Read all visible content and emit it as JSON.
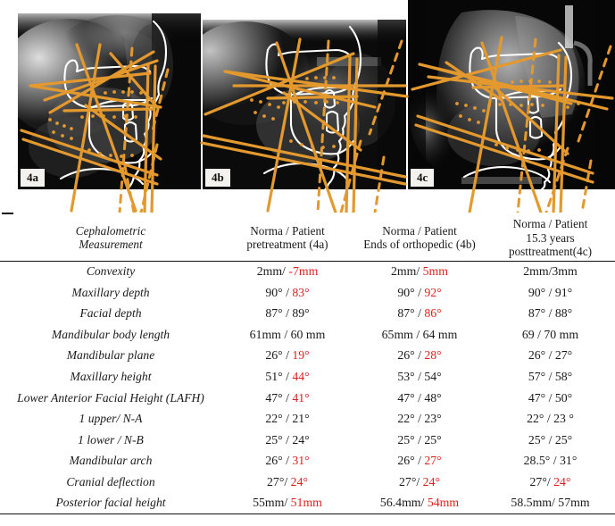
{
  "figure": {
    "panels": [
      {
        "label": "4a",
        "caption_ref": "pretreatment"
      },
      {
        "label": "4b",
        "caption_ref": "ends of orthopedic"
      },
      {
        "label": "4c",
        "caption_ref": "15.3 years posttreatment"
      }
    ],
    "tracing_color": "#e3992e",
    "outline_color": "#ffffff"
  },
  "table": {
    "headers": [
      "Cephalometric\nMeasurement",
      "Norma / Patient\npretreatment (4a)",
      "Norma / Patient\nEnds of orthopedic (4b)",
      "Norma / Patient\n15.3 years\nposttreatment(4c)"
    ],
    "header_lines": {
      "col1_line1": "Cephalometric",
      "col1_line2": "Measurement",
      "col2_line1": "Norma / Patient",
      "col2_line2": "pretreatment (4a)",
      "col3_line1": "Norma / Patient",
      "col3_line2": "Ends of orthopedic (4b)",
      "col4_line1": "Norma / Patient",
      "col4_line2": "15.3 years",
      "col4_line3": "posttreatment(4c)"
    },
    "highlight_color": "#dd1f1f",
    "rows": [
      {
        "measurement": "Convexity",
        "pre_norm": "2mm/ ",
        "pre_pat": "-7mm",
        "pre_hl": true,
        "orth_norm": "2mm/ ",
        "orth_pat": "5mm",
        "orth_hl": true,
        "post_norm": "2mm/3mm",
        "post_pat": "",
        "post_hl": false
      },
      {
        "measurement": "Maxillary depth",
        "pre_norm": "90° / ",
        "pre_pat": "83°",
        "pre_hl": true,
        "orth_norm": "90° / ",
        "orth_pat": "92°",
        "orth_hl": true,
        "post_norm": "90° / 91°",
        "post_pat": "",
        "post_hl": false
      },
      {
        "measurement": "Facial depth",
        "pre_norm": "87° / 89°",
        "pre_pat": "",
        "pre_hl": false,
        "orth_norm": "87° / ",
        "orth_pat": "86°",
        "orth_hl": true,
        "post_norm": "87° / 88°",
        "post_pat": "",
        "post_hl": false
      },
      {
        "measurement": "Mandibular body length",
        "pre_norm": "61mm / 60 mm",
        "pre_pat": "",
        "pre_hl": false,
        "orth_norm": "65mm / 64 mm",
        "orth_pat": "",
        "orth_hl": false,
        "post_norm": "69 / 70 mm",
        "post_pat": "",
        "post_hl": false
      },
      {
        "measurement": "Mandibular plane",
        "pre_norm": "26° / ",
        "pre_pat": "19°",
        "pre_hl": true,
        "orth_norm": "26° / ",
        "orth_pat": "28°",
        "orth_hl": true,
        "post_norm": "26° / 27°",
        "post_pat": "",
        "post_hl": false
      },
      {
        "measurement": "Maxillary height",
        "pre_norm": "51° / ",
        "pre_pat": "44°",
        "pre_hl": true,
        "orth_norm": "53° / 54°",
        "orth_pat": "",
        "orth_hl": false,
        "post_norm": "57° / 58°",
        "post_pat": "",
        "post_hl": false
      },
      {
        "measurement": "Lower Anterior Facial Height (LAFH)",
        "pre_norm": "47° / ",
        "pre_pat": "41°",
        "pre_hl": true,
        "orth_norm": "47° / 48°",
        "orth_pat": "",
        "orth_hl": false,
        "post_norm": "47° / 50°",
        "post_pat": "",
        "post_hl": false
      },
      {
        "measurement": "1 upper/ N-A",
        "pre_norm": "22° / 21°",
        "pre_pat": "",
        "pre_hl": false,
        "orth_norm": "22° / 23°",
        "orth_pat": "",
        "orth_hl": false,
        "post_norm": "22° / 23 °",
        "post_pat": "",
        "post_hl": false
      },
      {
        "measurement": "1 lower / N-B",
        "pre_norm": "25° / 24°",
        "pre_pat": "",
        "pre_hl": false,
        "orth_norm": "25° / 25°",
        "orth_pat": "",
        "orth_hl": false,
        "post_norm": "25° / 25°",
        "post_pat": "",
        "post_hl": false
      },
      {
        "measurement": "Mandibular arch",
        "pre_norm": "26° / ",
        "pre_pat": "31°",
        "pre_hl": true,
        "orth_norm": "26° / ",
        "orth_pat": "27°",
        "orth_hl": true,
        "post_norm": "28.5° / 31°",
        "post_pat": "",
        "post_hl": false
      },
      {
        "measurement": "Cranial deflection",
        "pre_norm": "27°/ ",
        "pre_pat": "24°",
        "pre_hl": true,
        "orth_norm": "27°/ ",
        "orth_pat": "24°",
        "orth_hl": true,
        "post_norm": "27°/ ",
        "post_pat": "24°",
        "post_hl": true
      },
      {
        "measurement": "Posterior facial height",
        "pre_norm": "55mm/ ",
        "pre_pat": "51mm",
        "pre_hl": true,
        "orth_norm": "56.4mm/ ",
        "orth_pat": "54mm",
        "orth_hl": true,
        "post_norm": "58.5mm/ 57mm",
        "post_pat": "",
        "post_hl": false
      }
    ]
  }
}
